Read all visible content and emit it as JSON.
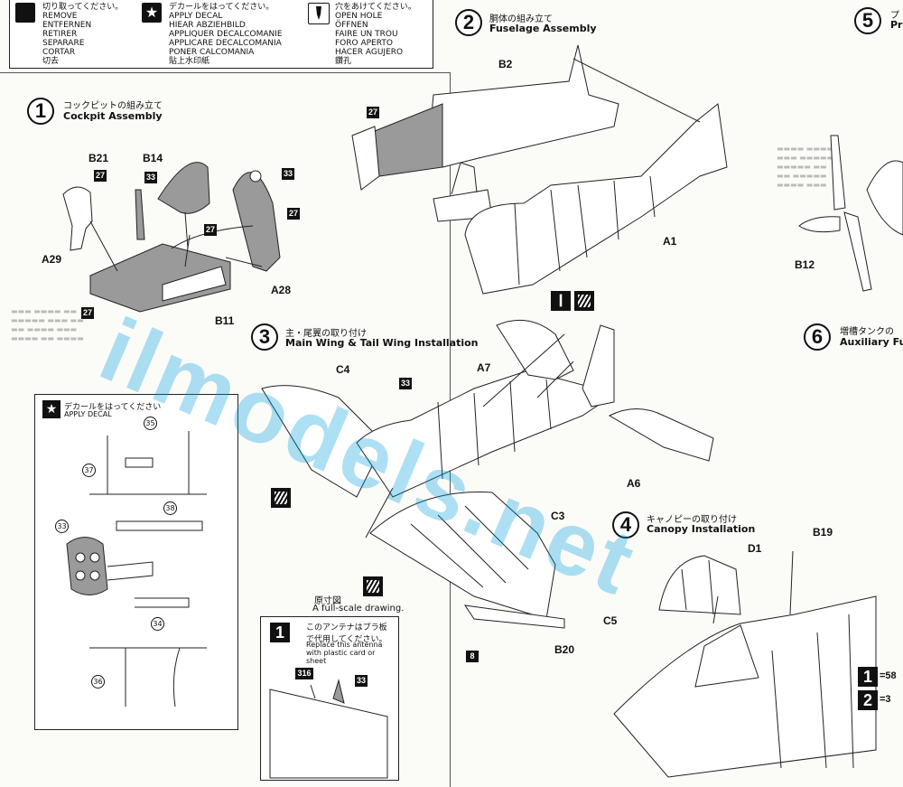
{
  "legend": [
    {
      "icon": "cut-icon",
      "jp": "切り取ってください。",
      "langs": [
        "REMOVE",
        "ENTFERNEN",
        "RETIRER",
        "SEPARARE",
        "CORTAR",
        "切去"
      ]
    },
    {
      "icon": "star-icon",
      "jp": "デカールをはってください。",
      "langs": [
        "APPLY DECAL",
        "HIEAR ABZIEHBILD",
        "APPLIQUER DECALCOMANIE",
        "APPLICARE DECALCOMANIA",
        "PONER CALCOMANIA",
        "貼上水印紙"
      ]
    },
    {
      "icon": "drill-icon",
      "jp": "穴をあけてください。",
      "langs": [
        "OPEN HOLE",
        "ÖFFNEN",
        "FAIRE UN TROU",
        "FORO APERTO",
        "HACER AGUJERO",
        "鑽孔"
      ]
    }
  ],
  "steps": {
    "s1": {
      "num": "1",
      "jp": "コックピットの組み立て",
      "en": "Cockpit Assembly"
    },
    "s2": {
      "num": "2",
      "jp": "胴体の組み立て",
      "en": "Fuselage Assembly"
    },
    "s3": {
      "num": "3",
      "jp": "主・尾翼の取り付け",
      "en": "Main Wing & Tail Wing Installation"
    },
    "s4": {
      "num": "4",
      "jp": "キャノピーの取り付け",
      "en": "Canopy Installation"
    },
    "s5": {
      "num": "5",
      "jp": "プ",
      "en": "Pr"
    },
    "s6": {
      "num": "6",
      "jp": "増槽タンクの",
      "en": "Auxiliary Fue"
    }
  },
  "parts": {
    "b21": "B21",
    "b14": "B14",
    "a29": "A29",
    "a28": "A28",
    "b11": "B11",
    "b2": "B2",
    "a1": "A1",
    "b12": "B12",
    "c4": "C4",
    "a7": "A7",
    "a6": "A6",
    "c3": "C3",
    "c5": "C5",
    "b20": "B20",
    "d1": "D1",
    "b19": "B19"
  },
  "colors": {
    "c27a": "27",
    "c27b": "27",
    "c27c": "27",
    "c27d": "27",
    "c27e": "27",
    "c33a": "33",
    "c33b": "33",
    "c33c": "33",
    "c33d": "33",
    "c8": "8",
    "c316": "316"
  },
  "decal_inset": {
    "title_jp": "デカールをはってください",
    "title_en": "APPLY DECAL",
    "nums": {
      "d35": "35",
      "d37": "37",
      "d38": "38",
      "d33": "33",
      "d34": "34",
      "d36": "36"
    }
  },
  "antenna": {
    "title_jp": "原寸図",
    "title_en": "A full-scale drawing.",
    "circle": "1",
    "note_jp": "このアンテナはプラ板で代用してください。",
    "note_en": "Replace this antenna with plastic card or sheet"
  },
  "side_codes": {
    "one": "1",
    "one_val": "=58",
    "two": "2",
    "two_val": "=3"
  },
  "watermark": "ilmodels.net"
}
